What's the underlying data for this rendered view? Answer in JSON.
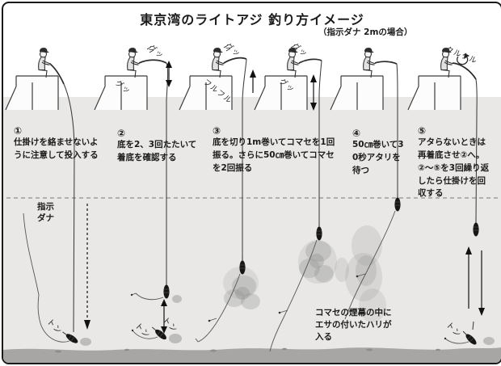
{
  "header": {
    "title": "東京湾のライトアジ 釣り方イメージ",
    "subtitle": "（指示ダナ 2mの場合）"
  },
  "steps": [
    {
      "num": "①",
      "text": "仕掛けを絡ませないように注意して投入する"
    },
    {
      "num": "②",
      "text": "底を2、3回たたいて着底を確認する"
    },
    {
      "num": "③",
      "text": "底を切り1m巻いてコマセを1回振る。さらに50㎝巻いてコマセを2回振る"
    },
    {
      "num": "④",
      "text": "50㎝巻いて30秒アタリを待つ"
    },
    {
      "num": "⑤",
      "text": "アタらないときは再着底させ②へ。②〜⑤を3回繰り返したら仕掛けを回収する"
    }
  ],
  "labels": {
    "tana_line1": "指示",
    "tana_line2": "ダナ",
    "note": "コマセの煙幕の中にエサの付いたハリが入る"
  },
  "sounds": {
    "tug": "グッ",
    "shake": "フルフル",
    "reel": "クルクル",
    "tap": "トン"
  },
  "colors": {
    "water": "#e9e8e6",
    "seafloor": "#a7a6a4",
    "chum_cloud": "#8f8f8f",
    "line_ink": "#3c3c3c",
    "text_ink": "#1b1b1b"
  }
}
